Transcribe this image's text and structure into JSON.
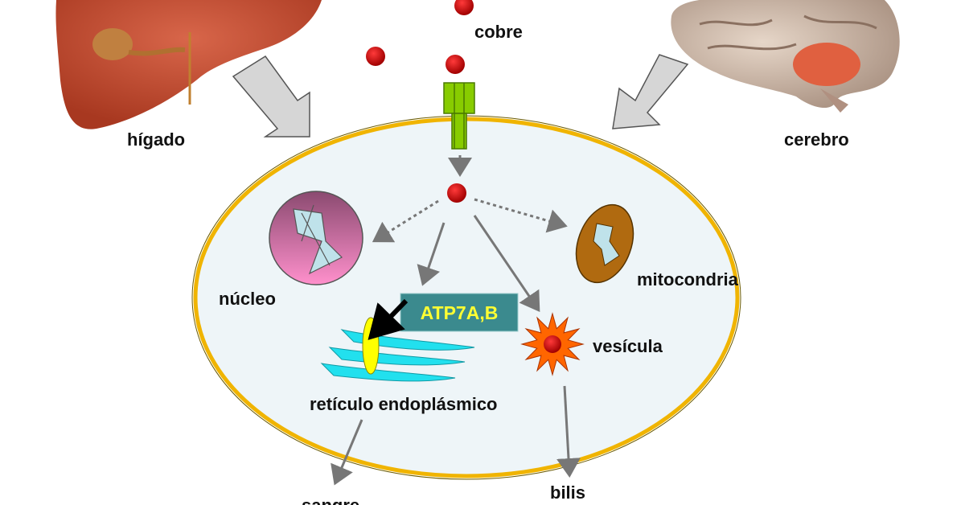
{
  "labels": {
    "copper": "cobre",
    "liver": "hígado",
    "brain": "cerebro",
    "nucleus": "núcleo",
    "mitochondria": "mitocondria",
    "transporter": "ATP7A,B",
    "vesicle": "vesícula",
    "er": "retículo endoplásmico",
    "blood": "sangre",
    "bile": "bilis"
  },
  "colors": {
    "copper_dot": "#cc0000",
    "cell_membrane": "#f0b400",
    "cell_fill": "#eef5f8",
    "channel": "#88cc00",
    "transporter_box": "#3b8a8e",
    "transporter_text": "#ffff33",
    "er": "#22e0ee",
    "vesicle": "#ff6600",
    "nucleus": "#d070a8",
    "mitochondria": "#b06a10",
    "arrow": "#777777"
  }
}
